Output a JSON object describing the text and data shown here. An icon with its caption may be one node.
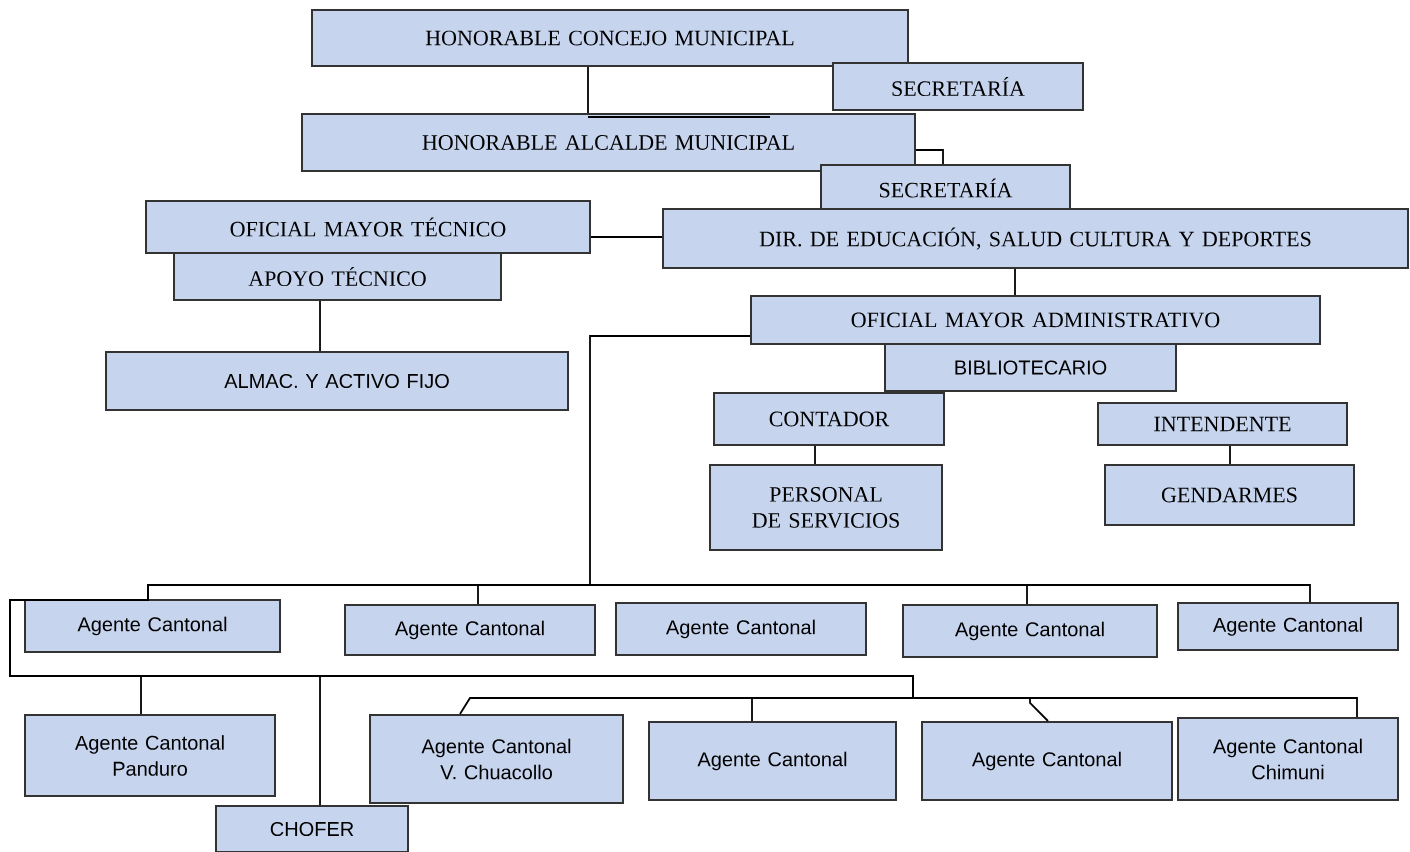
{
  "diagram": {
    "nodes": [
      {
        "text": [
          "HONORABLE CONCEJO MUNICIPAL"
        ]
      },
      {
        "text": [
          "SECRETARÍA"
        ]
      },
      {
        "text": [
          "HONORABLE ALCALDE MUNICIPAL"
        ]
      },
      {
        "text": [
          "SECRETARÍA"
        ]
      },
      {
        "text": [
          "OFICIAL MAYOR TÉCNICO"
        ]
      },
      {
        "text": [
          "APOYO TÉCNICO"
        ]
      },
      {
        "text": [
          "DIR. DE EDUCACIÓN, SALUD CULTURA Y DEPORTES"
        ]
      },
      {
        "text": [
          "OFICIAL MAYOR ADMINISTRATIVO"
        ]
      },
      {
        "text": [
          "ALMAC. Y ACTIVO FIJO"
        ]
      },
      {
        "text": [
          "BIBLIOTECARIO"
        ]
      },
      {
        "text": [
          "CONTADOR"
        ]
      },
      {
        "text": [
          "INTENDENTE"
        ]
      },
      {
        "text": [
          "PERSONAL DE SERVICIOS"
        ]
      },
      {
        "text": [
          "GENDARMES"
        ]
      },
      {
        "text": [
          "Agente Cantonal"
        ]
      },
      {
        "text": [
          "Agente Cantonal"
        ]
      },
      {
        "text": [
          "Agente Cantonal"
        ]
      },
      {
        "text": [
          "Agente Cantonal"
        ]
      },
      {
        "text": [
          "Agente Cantonal"
        ]
      },
      {
        "text": [
          "Agente Cantonal Panduro"
        ]
      },
      {
        "text": [
          "Agente Cantonal V. Chuacollo"
        ]
      },
      {
        "text": [
          "Agente Cantonal"
        ]
      },
      {
        "text": [
          "Agente Cantonal"
        ]
      },
      {
        "text": [
          "Agente Cantonal Chimuni"
        ]
      },
      {
        "text": [
          "CHOFER"
        ]
      }
    ],
    "edges": [
      {
        "from": 0,
        "to": 2,
        "arrow": "none"
      },
      {
        "from": 2,
        "to": 3,
        "arrow": "none"
      },
      {
        "from": 4,
        "to": 6,
        "arrow": "none"
      },
      {
        "from": 6,
        "to": 7,
        "arrow": "none"
      },
      {
        "from": 5,
        "to": 8,
        "arrow": "none"
      },
      {
        "from": 10,
        "to": 12,
        "arrow": "none"
      },
      {
        "from": 11,
        "to": 13,
        "arrow": "none"
      },
      {
        "from": 7,
        "to": 14,
        "arrow": "none"
      },
      {
        "from": 7,
        "to": 15,
        "arrow": "none"
      },
      {
        "from": 7,
        "to": 17,
        "arrow": "none"
      },
      {
        "from": 7,
        "to": 18,
        "arrow": "none"
      },
      {
        "from": 7,
        "to": 19,
        "arrow": "none"
      },
      {
        "from": 7,
        "to": 24,
        "arrow": "none"
      },
      {
        "from": 7,
        "to": 20,
        "arrow": "none"
      },
      {
        "from": 7,
        "to": 21,
        "arrow": "none"
      },
      {
        "from": 7,
        "to": 22,
        "arrow": "none"
      },
      {
        "from": 7,
        "to": 23,
        "arrow": "none"
      }
    ]
  }
}
